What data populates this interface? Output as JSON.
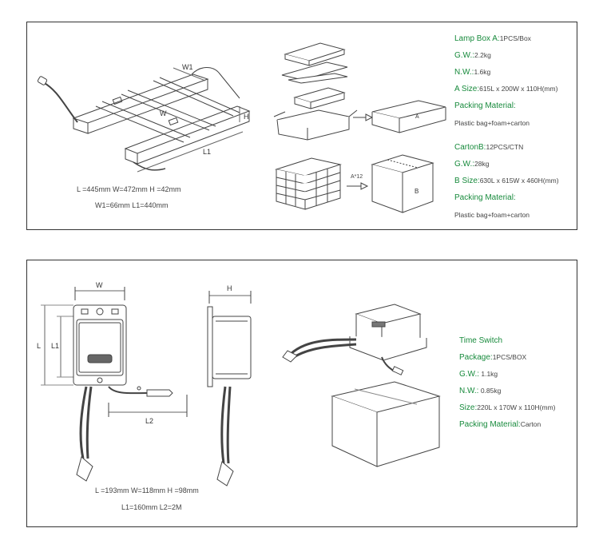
{
  "lamp": {
    "diagram_labels": {
      "w1": "W1",
      "w": "W",
      "h": "H",
      "l1": "L1"
    },
    "dims_line1": "L =445mm   W=472mm   H =42mm",
    "dims_line2": "W1=66mm   L1=440mm",
    "arrow_label": "A*12",
    "box_a_label": "A",
    "box_b_label": "B",
    "specs": [
      {
        "key": "Lamp Box A:",
        "value": "1PCS/Box"
      },
      {
        "key": "G.W.:",
        "value": "2.2kg"
      },
      {
        "key": "N.W.:",
        "value": "1.6kg"
      },
      {
        "key": "A Size:",
        "value": "615L x 200W x 110H(mm)"
      },
      {
        "key": "Packing Material:",
        "value": ""
      },
      {
        "key": "",
        "value": "Plastic bag+foam+carton"
      },
      {
        "key": "CartonB:",
        "value": "12PCS/CTN"
      },
      {
        "key": "G.W.:",
        "value": "28kg"
      },
      {
        "key": "B Size:",
        "value": "630L x 615W x 460H(mm)"
      },
      {
        "key": "Packing Material:",
        "value": ""
      },
      {
        "key": "",
        "value": "Plastic bag+foam+carton"
      }
    ]
  },
  "timer": {
    "diagram_labels": {
      "w": "W",
      "h": "H",
      "l": "L",
      "l1": "L1",
      "l2": "L2"
    },
    "dims_line1": "L =193mm   W=118mm   H =98mm",
    "dims_line2": "L1=160mm   L2=2M",
    "specs": [
      {
        "key": "Time Switch",
        "value": ""
      },
      {
        "key": "Package:",
        "value": "1PCS/BOX"
      },
      {
        "key": "G.W.:",
        "value": " 1.1kg"
      },
      {
        "key": "N.W.:",
        "value": " 0.85kg"
      },
      {
        "key": "Size:",
        "value": "220L x 170W x 110H(mm)"
      },
      {
        "key": "Packing Material:",
        "value": "Carton"
      }
    ]
  }
}
